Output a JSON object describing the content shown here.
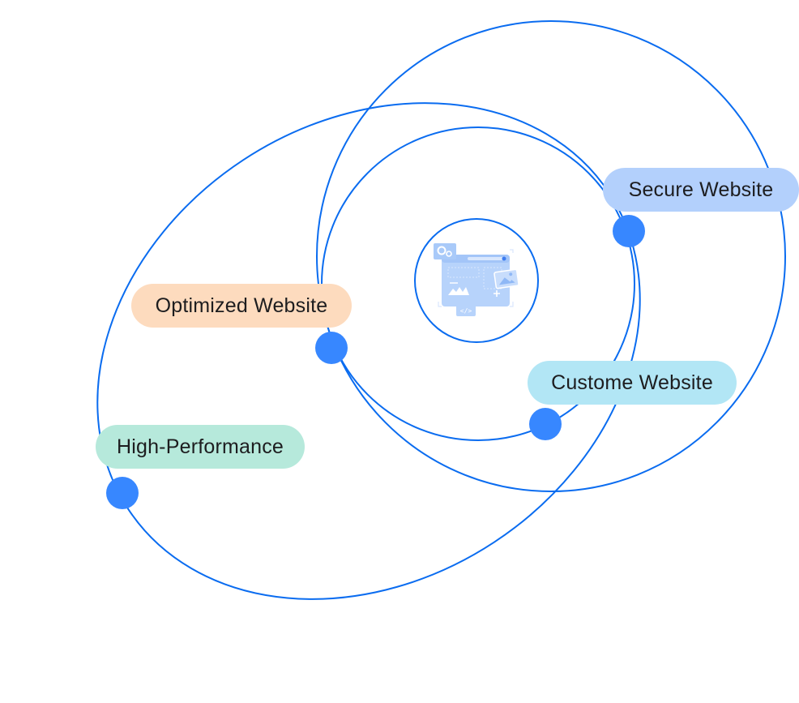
{
  "diagram": {
    "title": "Website orbit diagram",
    "center": {
      "icon": "web-development-icon"
    },
    "colors": {
      "orbit_line": "#0A6CF0",
      "dot": "#3787FF",
      "icon_fill": "#B7D3FB",
      "icon_accent": "#8FB8F6"
    },
    "nodes": [
      {
        "id": "secure",
        "label": "Secure Website",
        "color": "#B3D0FC"
      },
      {
        "id": "optimized",
        "label": "Optimized Website",
        "color": "#FDDBBE"
      },
      {
        "id": "custom",
        "label": "Custome Website",
        "color": "#B2E6F5"
      },
      {
        "id": "high-performance",
        "label": "High-Performance",
        "color": "#B6E9DB"
      }
    ]
  }
}
